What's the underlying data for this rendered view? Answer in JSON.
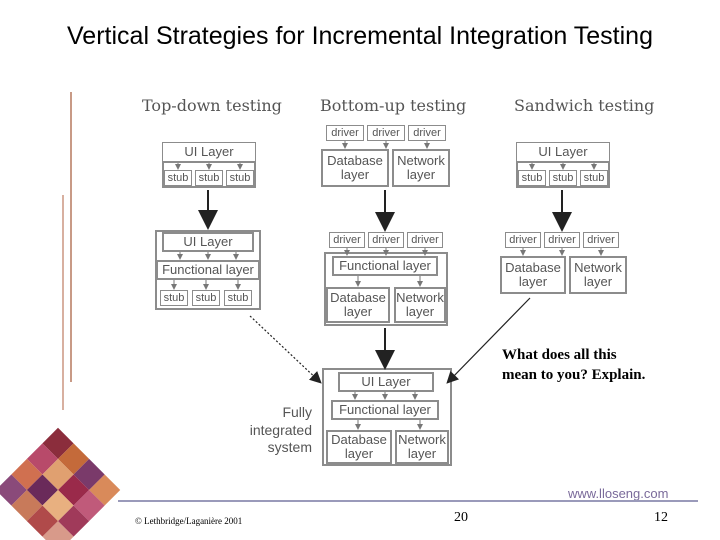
{
  "title": "Vertical Strategies for Incremental Integration Testing",
  "columns": {
    "top_down": "Top-down testing",
    "bottom_up": "Bottom-up testing",
    "sandwich": "Sandwich testing"
  },
  "labels": {
    "ui_layer": "UI Layer",
    "functional_layer": "Functional layer",
    "database_layer": "Database layer",
    "network_layer": "Network layer",
    "stub": "stub",
    "driver": "driver"
  },
  "integrated_label": "Fully integrated system",
  "question": "What does all this mean to you? Explain.",
  "footer": {
    "credit": "© Lethbridge/Laganière 2001",
    "chapter": "20",
    "page": "12",
    "website": "www.lloseng.com"
  },
  "colors": {
    "box_border": "#8c8c8c",
    "box_text": "#555555",
    "accent": "#c89a86"
  }
}
